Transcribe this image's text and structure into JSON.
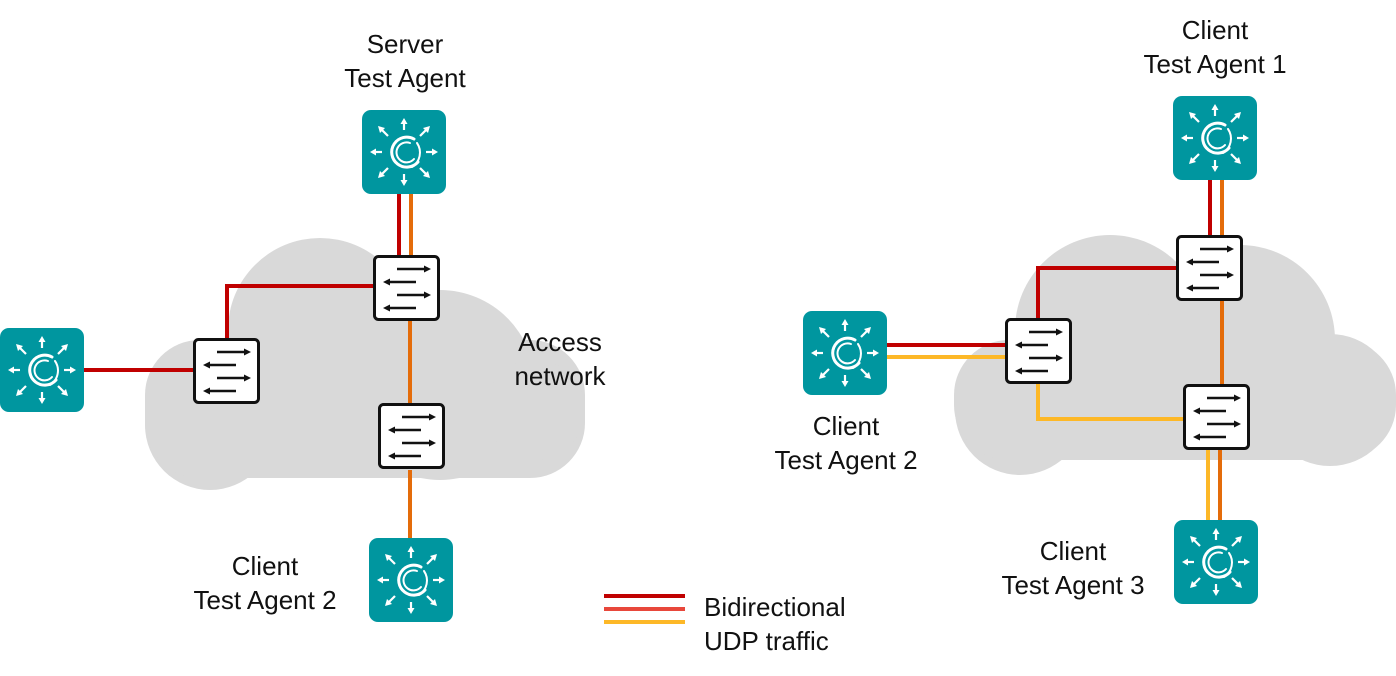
{
  "colors": {
    "agent_bg": "#00969F",
    "cloud": "#D9D9D9",
    "link_red": "#C00000",
    "link_orange": "#E46C0A",
    "link_yellow": "#FDB827",
    "legend_mid": "#E8473B"
  },
  "left_network": {
    "server_label": [
      "Server",
      "Test Agent"
    ],
    "cloud_label": [
      "Access",
      "network"
    ],
    "client2_label": [
      "Client",
      "Test Agent 2"
    ]
  },
  "right_network": {
    "client1_label": [
      "Client",
      "Test Agent 1"
    ],
    "client2_label": [
      "Client",
      "Test Agent 2"
    ],
    "client3_label": [
      "Client",
      "Test Agent 3"
    ]
  },
  "legend": {
    "line1": "Bidirectional",
    "line2": "UDP traffic"
  },
  "icons": {
    "agent": "test-agent-icon",
    "switch": "switch-icon"
  }
}
